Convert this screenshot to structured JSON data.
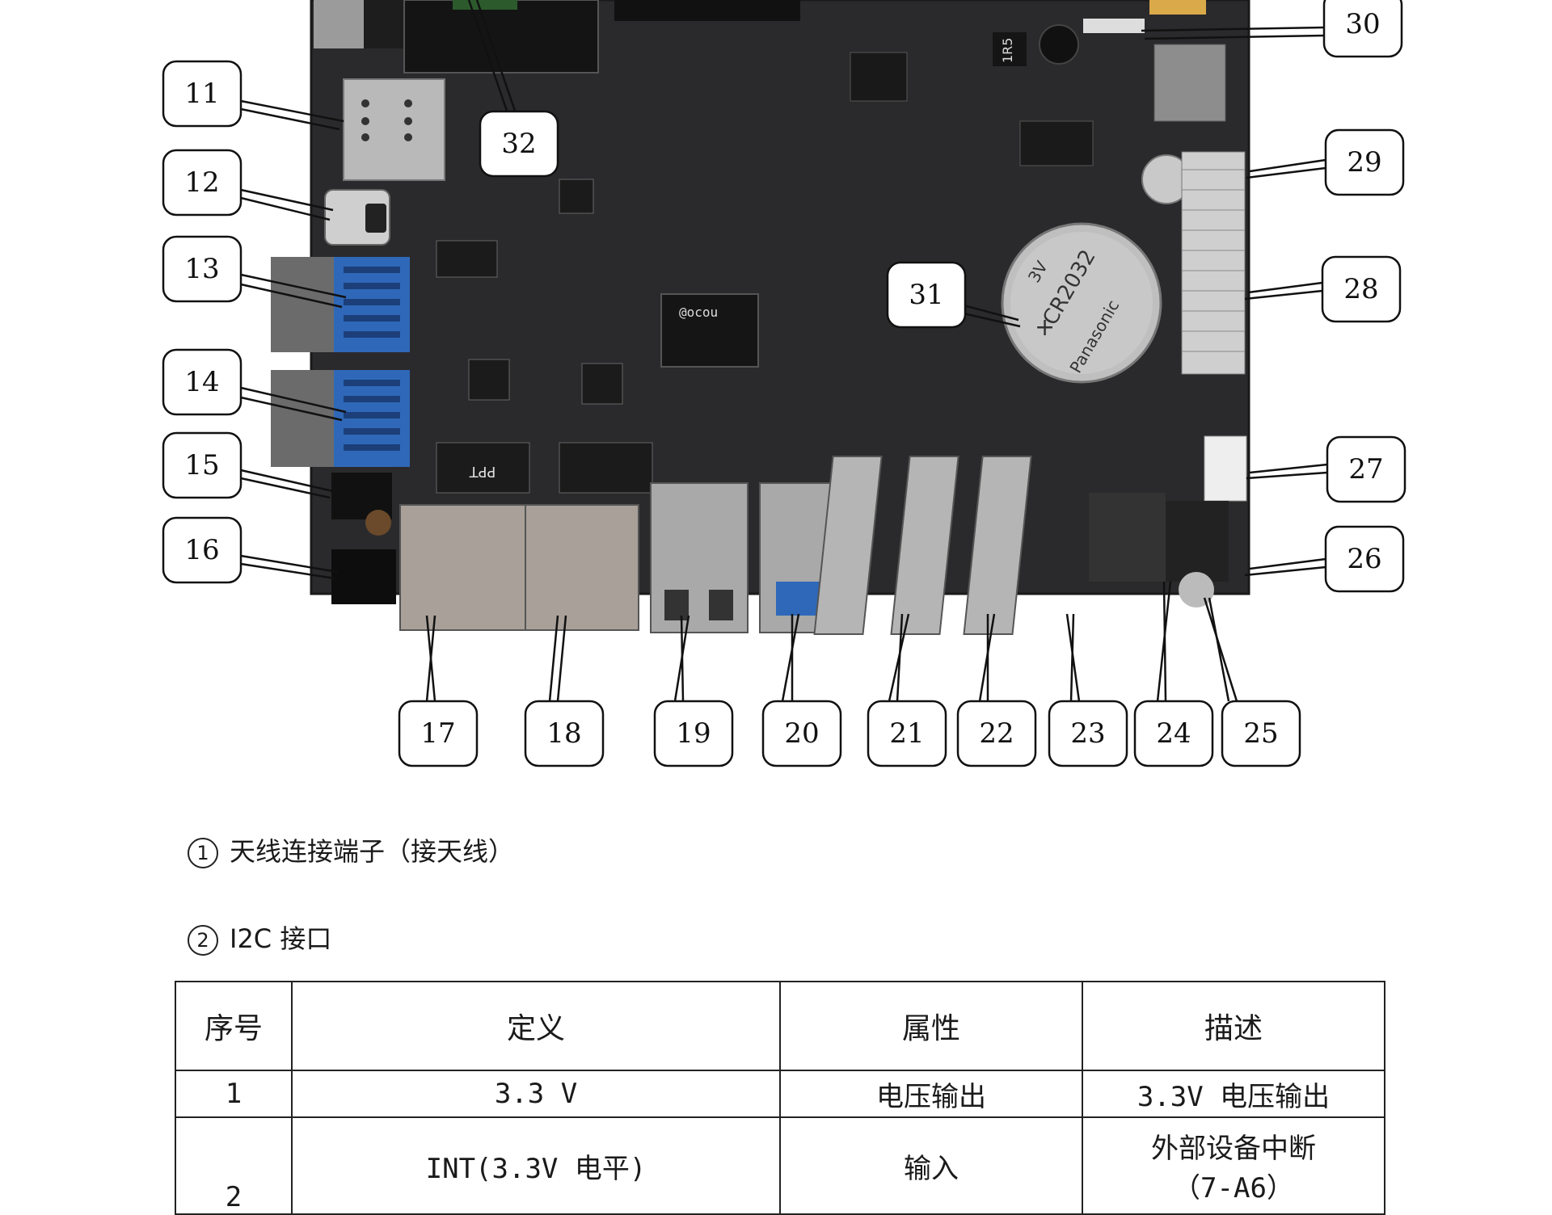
{
  "board_figure": {
    "callouts": [
      "11",
      "12",
      "13",
      "14",
      "15",
      "16",
      "17",
      "18",
      "19",
      "20",
      "21",
      "22",
      "23",
      "24",
      "25",
      "26",
      "27",
      "28",
      "29",
      "30",
      "31",
      "32"
    ],
    "silkscreen": [
      "PPT",
      "CR2032",
      "3V",
      "Panasonic",
      "1R5"
    ]
  },
  "sections": [
    {
      "marker": "1",
      "text": "天线连接端子（接天线）"
    },
    {
      "marker": "2",
      "text": "I2C 接口"
    }
  ],
  "table": {
    "headers": [
      "序号",
      "定义",
      "属性",
      "描述"
    ],
    "rows": [
      {
        "no": "1",
        "definition": "3.3 V",
        "attribute": "电压输出",
        "description": "3.3V 电压输出"
      },
      {
        "no": "2",
        "definition": "INT(3.3V 电平)",
        "attribute": "输入",
        "description": "外部设备中断",
        "description_2": "（7-A6）"
      }
    ]
  }
}
